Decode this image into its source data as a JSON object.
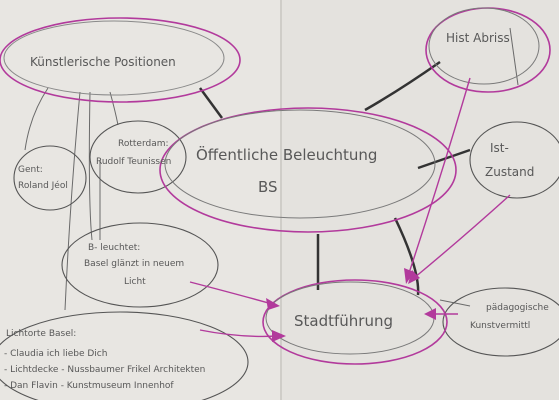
{
  "nodes": {
    "kuenstlerische": {
      "label": "Künstlerische Positionen"
    },
    "hist": {
      "label": "Hist Abriss"
    },
    "ist": {
      "line1": "Ist-",
      "line2": "Zustand"
    },
    "gent": {
      "line1": "Gent:",
      "line2": "Roland Jéol"
    },
    "rotterdam": {
      "line1": "Rotterdam:",
      "line2": "Rudolf Teunissen"
    },
    "center": {
      "line1": "Öffentliche Beleuchtung",
      "line2": "BS"
    },
    "beleuchtet": {
      "line1": "B- leuchtet:",
      "line2": "Basel glänzt in neuem",
      "line3": "Licht"
    },
    "stadt": {
      "label": "Stadtführung"
    },
    "paed": {
      "line1": "pädagogische",
      "line2": "Kunstvermittl"
    },
    "lichtorte": {
      "title": "Lichtorte Basel:",
      "items": [
        "- Claudia ich liebe Dich",
        "- Lichtdecke - Nussbaumer Frikel Architekten",
        "- Dan Flavin - Kunstmuseum Innenhof"
      ]
    }
  },
  "colors": {
    "paper": "#e6e4e0",
    "ink": "#585858",
    "marker": "#b23a9c"
  }
}
